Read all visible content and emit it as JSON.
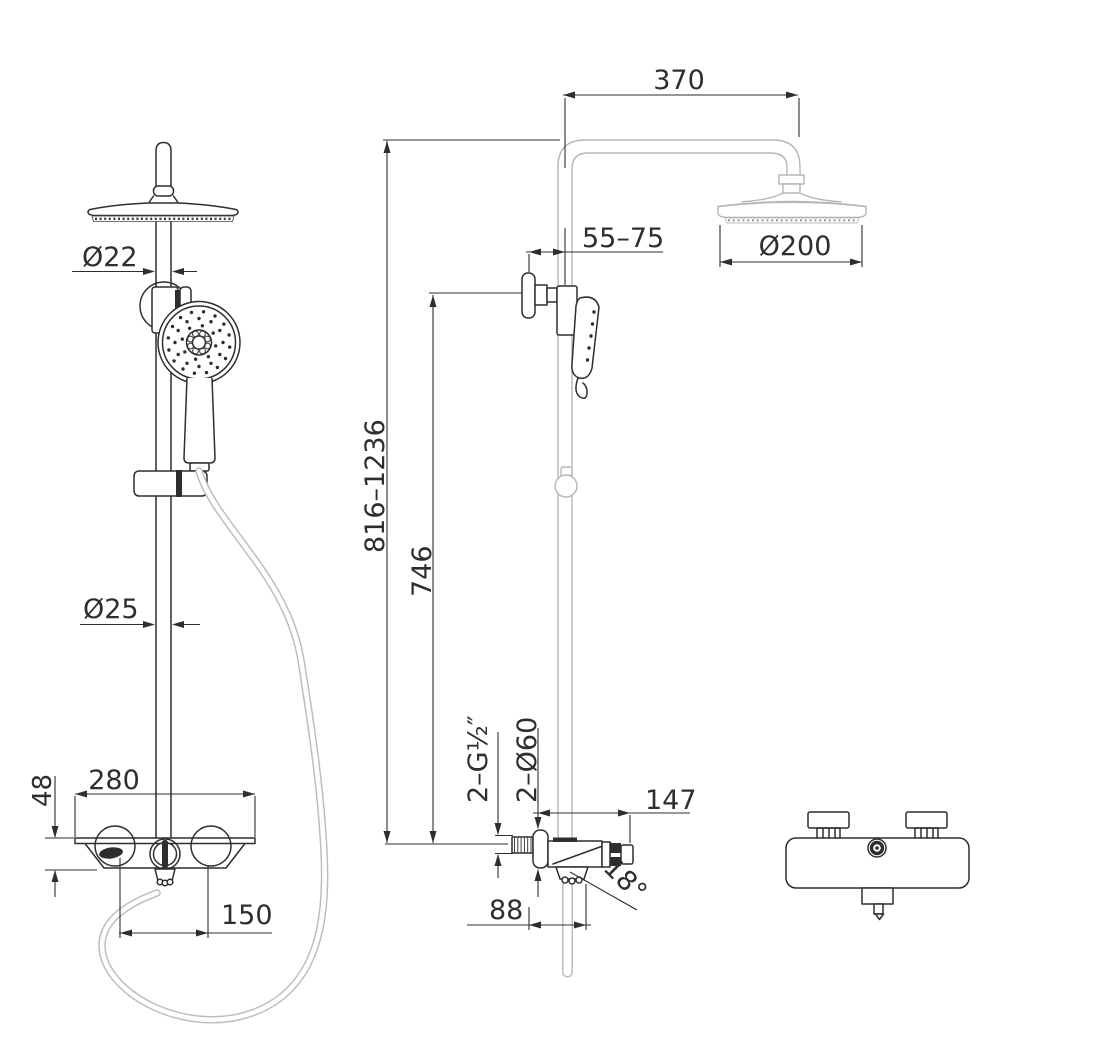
{
  "drawing": {
    "type": "shower-system-installation-drawing",
    "background": "#ffffff",
    "colors": {
      "line_dark": "#2e2e2e",
      "line_light": "#b6b6b6"
    },
    "dimensions": {
      "front_view": {
        "top_pipe_diameter": "Ø22",
        "riser_diameter": "Ø25",
        "body_width": "280",
        "shelf_drop": "48",
        "valve_centers": "150"
      },
      "side_view": {
        "arm_reach": "370",
        "wall_clearance": "55–75",
        "head_diameter": "Ø200",
        "overall_height": "816–1236",
        "bracket_height": "746",
        "inlet_thread": "2–G½″",
        "escutcheon_diameter": "2–Ø60",
        "spout_reach": "147",
        "spout_angle": "18°",
        "outlet_offset": "88"
      }
    }
  }
}
